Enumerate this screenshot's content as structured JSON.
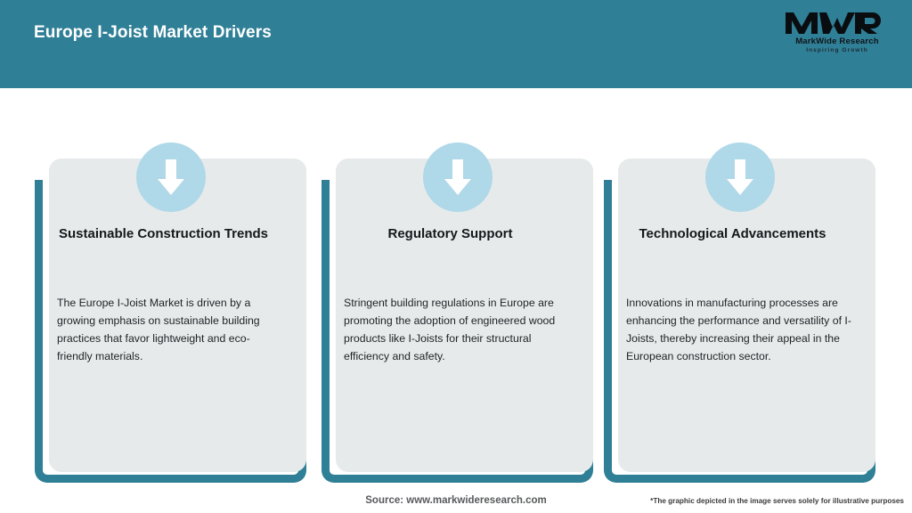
{
  "header": {
    "title": "Europe I-Joist Market Drivers",
    "background_color": "#2F7F96",
    "logo": {
      "mark": "MWR",
      "name": "MarkWide Research",
      "tagline": "Inspiring Growth"
    }
  },
  "cards": [
    {
      "icon": "down-arrow-icon",
      "title": "Sustainable Construction Trends",
      "body": "The Europe I-Joist Market is driven by a growing emphasis on sustainable building practices that favor lightweight and eco-friendly materials."
    },
    {
      "icon": "down-arrow-icon",
      "title": "Regulatory Support",
      "body": "Stringent building regulations in Europe are promoting the adoption of engineered wood products like I-Joists for their structural efficiency and safety."
    },
    {
      "icon": "down-arrow-icon",
      "title": "Technological Advancements",
      "body": "Innovations in manufacturing processes are enhancing the performance and versatility of I-Joists, thereby increasing their appeal in the European construction sector."
    }
  ],
  "footer": {
    "source": "Source: www.markwideresearch.com",
    "disclaimer": "*The graphic depicted in the image serves solely for illustrative purposes"
  },
  "colors": {
    "accent_teal": "#2F7F96",
    "card_background": "#E6EAEB",
    "icon_circle": "#AFD8E8",
    "arrow": "#FFFFFF"
  }
}
